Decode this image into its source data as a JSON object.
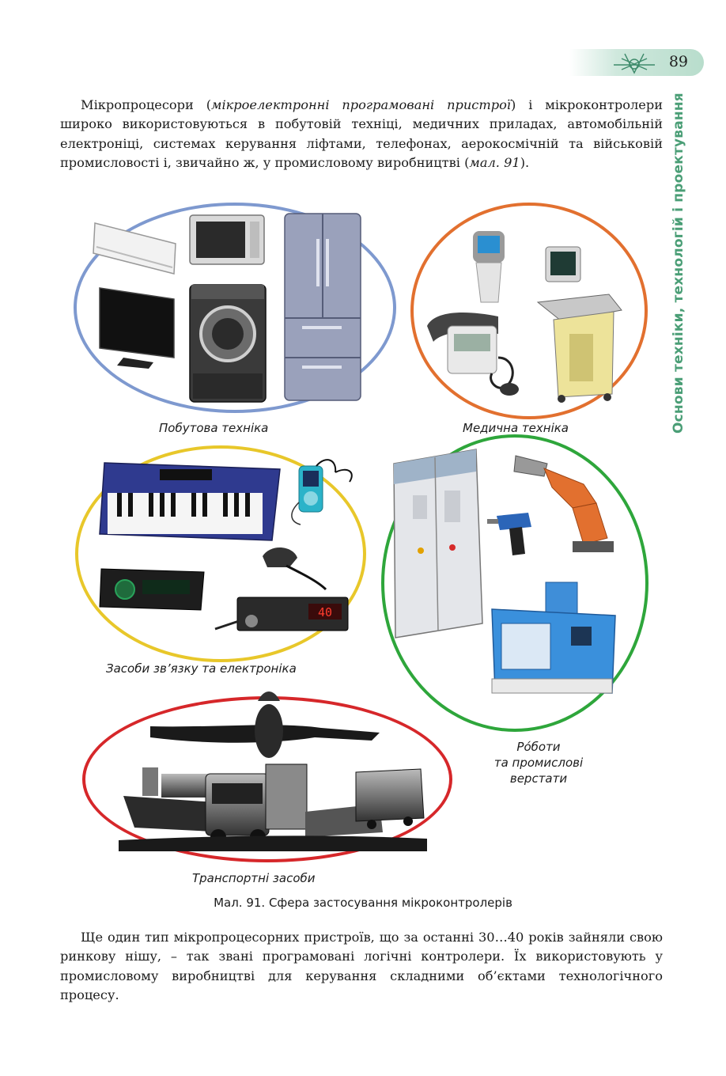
{
  "header": {
    "page_number": "89",
    "side_title": "Основи техніки, технологій і проектування",
    "accent_color": "#4a9e76"
  },
  "paragraph1": {
    "part1": "Мікропроцесори (",
    "italic1": "мікроелектронні програмовані пристрої",
    "part2": ") і мікроконтролери широко використовуються в побутовій техніці, медичних приладах, автомобільній електроніці, системах керування ліфтами, телефонах, аерокосмічній та військовій промисловості і, звичайно ж, у промисловому виробництві (",
    "italic2": "мал. 91",
    "part3": ")."
  },
  "figure": {
    "groups": [
      {
        "label": "Побутова техніка",
        "color": "#7e99cf"
      },
      {
        "label": "Медична техніка",
        "color": "#e2702f"
      },
      {
        "label": "Засоби зв’язку та електроніка",
        "color": "#e8c72a"
      },
      {
        "label_line1": "Ро́боти",
        "label_line2": "та промислові",
        "label_line3": "верстати",
        "color": "#2ea63b"
      },
      {
        "label": "Транспортні засоби",
        "color": "#d6272a"
      }
    ],
    "radio_display": "40",
    "caption": "Мал. 91. Сфера застосування мікроконтролерів"
  },
  "paragraph2": {
    "text": "Ще один тип мікропроцесорних пристроїв, що за останні 30…40 років зайняли свою ринкову нішу, – так звані програмовані логічні контролери. Їх використовують у промисловому виробництві для керування складними об’єктами технологічного процесу."
  }
}
